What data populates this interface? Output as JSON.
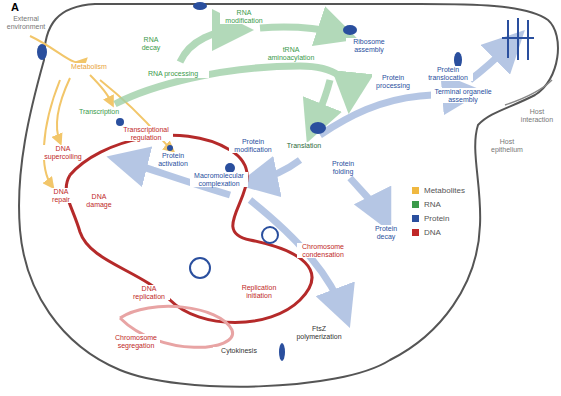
{
  "diagram": {
    "labels": [
      "A",
      "External environment",
      "Metabolism",
      "RNA decay",
      "RNA modification",
      "RNA processing",
      "tRNA aminoacylation",
      "Ribosome assembly",
      "Protein processing",
      "Protein translocation",
      "Terminal organelle assembly",
      "Host interaction",
      "Host epithelium",
      "Transcription",
      "Translation",
      "Transcriptional regulation",
      "DNA supercoiling",
      "Protein activation",
      "Protein modification",
      "Protein folding",
      "Macromolecular complexation",
      "Protein decay",
      "DNA repair",
      "DNA damage",
      "Chromosome condensation",
      "Replication initiation",
      "DNA replication",
      "Chromosome segregation",
      "Cytokinesis",
      "FtsZ polymerization"
    ],
    "legend": [
      {
        "text": "Metabolites",
        "color": "#f0b840"
      },
      {
        "text": "RNA",
        "color": "#3a9a4a"
      },
      {
        "text": "Protein",
        "color": "#2a4f9e"
      },
      {
        "text": "DNA",
        "color": "#c02828"
      }
    ]
  }
}
